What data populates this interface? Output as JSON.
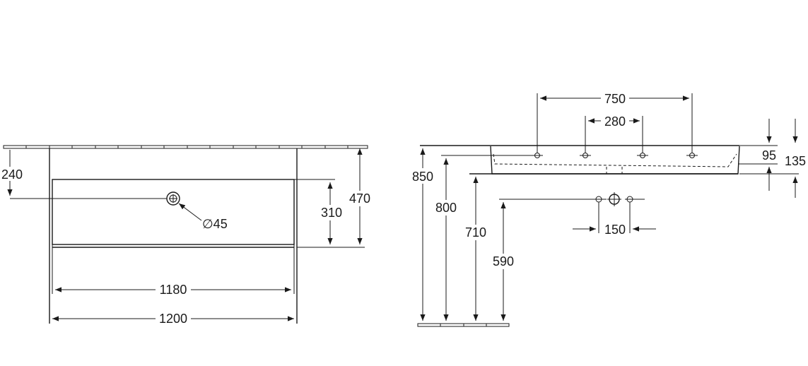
{
  "front_view": {
    "dim_240": "240",
    "dim_310": "310",
    "dim_470": "470",
    "dim_hole": "∅45",
    "dim_1180": "1180",
    "dim_1200": "1200"
  },
  "side_view": {
    "dim_750": "750",
    "dim_280": "280",
    "dim_95": "95",
    "dim_135": "135",
    "dim_850": "850",
    "dim_800": "800",
    "dim_710": "710",
    "dim_590": "590",
    "dim_150": "150"
  }
}
